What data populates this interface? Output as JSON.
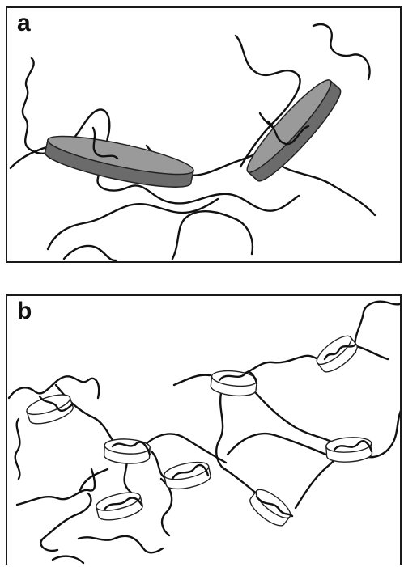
{
  "panels": [
    {
      "label": "a",
      "disc_style": "aggregated-dark"
    },
    {
      "label": "b",
      "disc_style": "dispersed-light"
    }
  ],
  "colors": {
    "border": "#1a1a1a",
    "chain": "#111111",
    "disc_dark_top": "#9a9a9a",
    "disc_dark_side": "#6b6b6b",
    "disc_light": "#ffffff"
  }
}
